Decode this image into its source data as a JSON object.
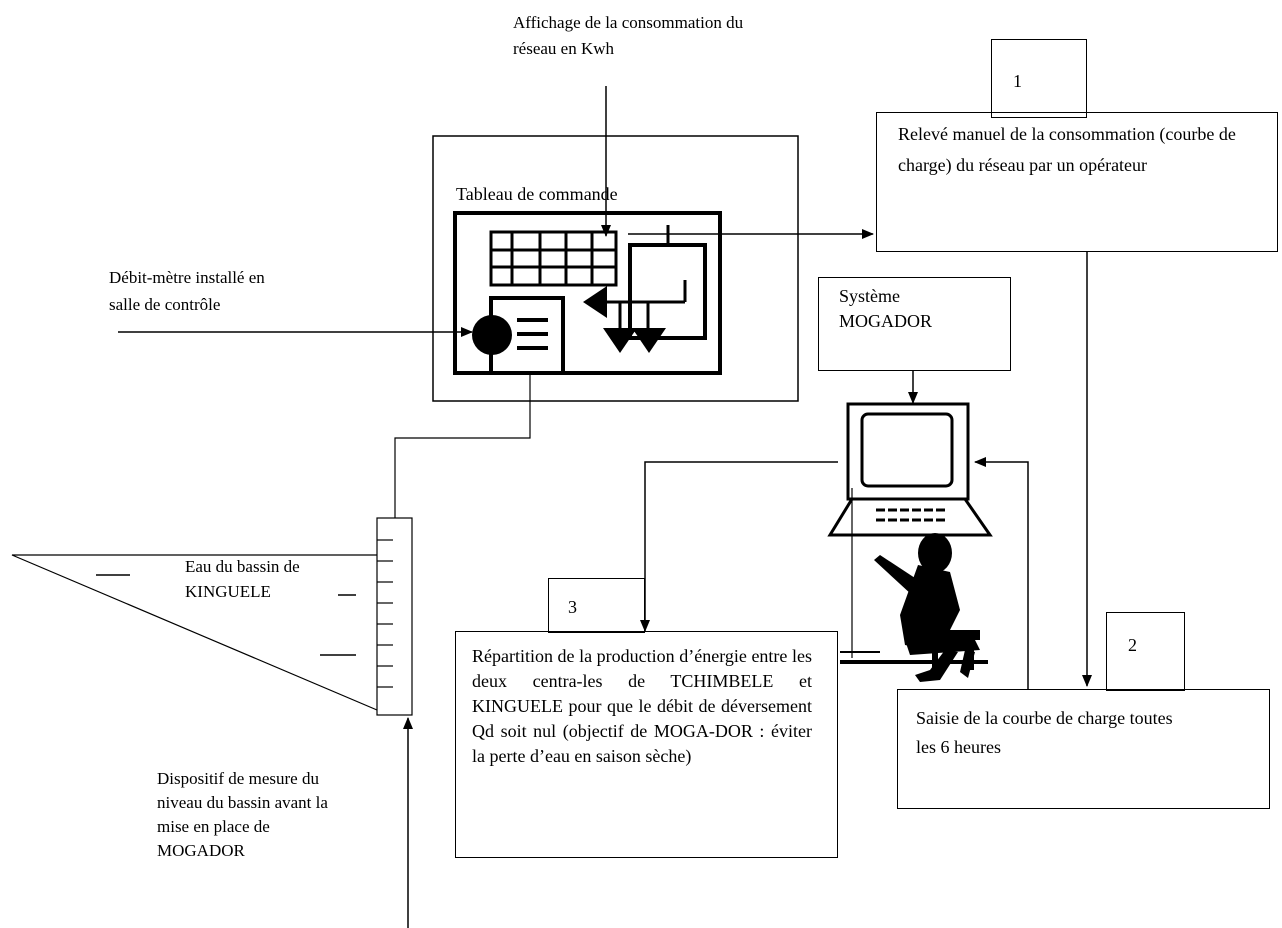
{
  "labels": {
    "affichage": "Affichage de la consommation du",
    "affichage_2": "réseau en Kwh",
    "tableau": "Tableau de commande",
    "debitmetre": "Débit-mètre installé en",
    "debitmetre_2": "salle de contrôle",
    "eau": "Eau du bassin  de",
    "eau_2": "KINGUELE",
    "dispositif_1": "Dispositif de mesure du",
    "dispositif_2": "niveau du bassin avant la",
    "dispositif_3": "mise en place de",
    "dispositif_4": "MOGADOR"
  },
  "boxes": {
    "num1": "1",
    "num2": "2",
    "num3": "3",
    "releve": "Relevé manuel de la consommation (courbe de charge) du réseau par un opérateur",
    "systeme_1": "Système",
    "systeme_2": "MOGADOR",
    "repartition": "Répartition de la production d’énergie entre les deux centra-les de TCHIMBELE et KINGUELE pour que le débit de déversement Qd soit nul (objectif de MOGA-DOR : éviter la perte d’eau en saison sèche)",
    "saisie": "Saisie de la courbe de charge toutes les 6 heures"
  }
}
